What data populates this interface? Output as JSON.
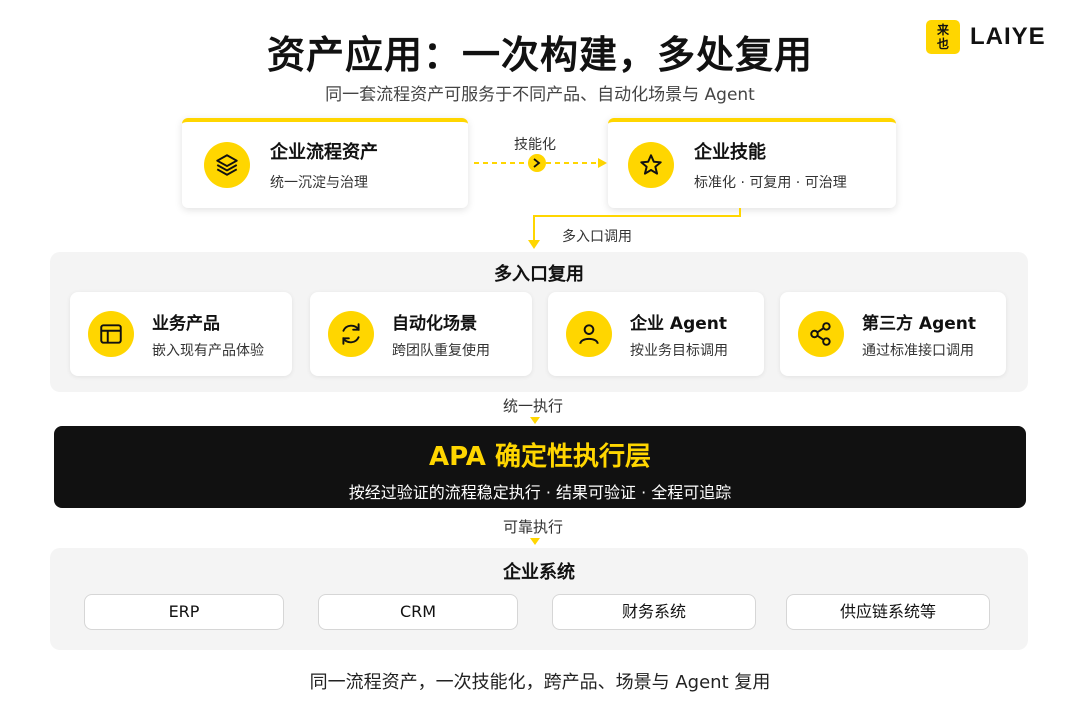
{
  "header": {
    "title": "资产应用：一次构建，多处复用",
    "subtitle": "同一套流程资产可服务于不同产品、自动化场景与 Agent"
  },
  "logo": {
    "mark_top": "来",
    "mark_bottom": "也",
    "text": "LAIYE"
  },
  "top_flow": {
    "source": {
      "title": "企业流程资产",
      "desc": "统一沉淀与治理",
      "icon": "layers-icon"
    },
    "arrow_label": "技能化",
    "target": {
      "title": "企业技能",
      "desc": "标准化 · 可复用 · 可治理",
      "icon": "sparkle-star-icon"
    },
    "down_label": "多入口调用"
  },
  "entries": {
    "title": "多入口复用",
    "items": [
      {
        "title": "业务产品",
        "desc": "嵌入现有产品体验",
        "icon": "app-window-icon"
      },
      {
        "title": "自动化场景",
        "desc": "跨团队重复使用",
        "icon": "refresh-cycle-icon"
      },
      {
        "title": "企业 Agent",
        "desc": "按业务目标调用",
        "icon": "user-icon"
      },
      {
        "title": "第三方 Agent",
        "desc": "通过标准接口调用",
        "icon": "share-nodes-icon"
      }
    ]
  },
  "exec_label": "统一执行",
  "apa": {
    "title": "APA 确定性执行层",
    "desc": "按经过验证的流程稳定执行 · 结果可验证 · 全程可追踪"
  },
  "reliable_label": "可靠执行",
  "systems": {
    "title": "企业系统",
    "items": [
      "ERP",
      "CRM",
      "财务系统",
      "供应链系统等"
    ]
  },
  "footer": "同一流程资产，一次技能化，跨产品、场景与 Agent 复用",
  "colors": {
    "accent": "#FFD600",
    "dark": "#111111",
    "panel": "#f4f4f4"
  }
}
